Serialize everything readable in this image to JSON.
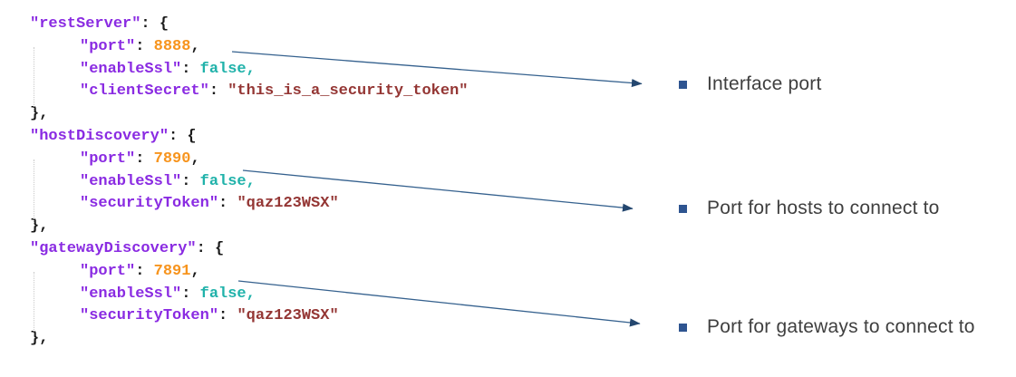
{
  "code": {
    "lines": [
      {
        "indent": 0,
        "tokens": [
          {
            "c": "key",
            "t": "\"restServer\""
          },
          {
            "c": "punct",
            "t": ": {"
          }
        ]
      },
      {
        "indent": 1,
        "tokens": [
          {
            "c": "key",
            "t": "\"port\""
          },
          {
            "c": "punct",
            "t": ": "
          },
          {
            "c": "num",
            "t": "8888"
          },
          {
            "c": "punct",
            "t": ","
          }
        ]
      },
      {
        "indent": 1,
        "tokens": [
          {
            "c": "key",
            "t": "\"enableSsl\""
          },
          {
            "c": "punct",
            "t": ": "
          },
          {
            "c": "bool",
            "t": "false,"
          }
        ]
      },
      {
        "indent": 1,
        "tokens": [
          {
            "c": "key",
            "t": "\"clientSecret\""
          },
          {
            "c": "punct",
            "t": ": "
          },
          {
            "c": "str",
            "t": "\"this_is_a_security_token\""
          }
        ]
      },
      {
        "indent": 0,
        "tokens": [
          {
            "c": "punct",
            "t": "},"
          }
        ]
      },
      {
        "indent": 0,
        "tokens": [
          {
            "c": "key",
            "t": "\"hostDiscovery\""
          },
          {
            "c": "punct",
            "t": ": {"
          }
        ]
      },
      {
        "indent": 1,
        "tokens": [
          {
            "c": "key",
            "t": "\"port\""
          },
          {
            "c": "punct",
            "t": ": "
          },
          {
            "c": "num",
            "t": "7890"
          },
          {
            "c": "punct",
            "t": ","
          }
        ]
      },
      {
        "indent": 1,
        "tokens": [
          {
            "c": "key",
            "t": "\"enableSsl\""
          },
          {
            "c": "punct",
            "t": ": "
          },
          {
            "c": "bool",
            "t": "false,"
          }
        ]
      },
      {
        "indent": 1,
        "tokens": [
          {
            "c": "key",
            "t": "\"securityToken\""
          },
          {
            "c": "punct",
            "t": ": "
          },
          {
            "c": "str",
            "t": "\"qaz123WSX\""
          }
        ]
      },
      {
        "indent": 0,
        "tokens": [
          {
            "c": "punct",
            "t": "},"
          }
        ]
      },
      {
        "indent": 0,
        "tokens": [
          {
            "c": "key",
            "t": "\"gatewayDiscovery\""
          },
          {
            "c": "punct",
            "t": ": {"
          }
        ]
      },
      {
        "indent": 1,
        "tokens": [
          {
            "c": "key",
            "t": "\"port\""
          },
          {
            "c": "punct",
            "t": ": "
          },
          {
            "c": "num",
            "t": "7891"
          },
          {
            "c": "punct",
            "t": ","
          }
        ]
      },
      {
        "indent": 1,
        "tokens": [
          {
            "c": "key",
            "t": "\"enableSsl\""
          },
          {
            "c": "punct",
            "t": ": "
          },
          {
            "c": "bool",
            "t": "false,"
          }
        ]
      },
      {
        "indent": 1,
        "tokens": [
          {
            "c": "key",
            "t": "\"securityToken\""
          },
          {
            "c": "punct",
            "t": ": "
          },
          {
            "c": "str",
            "t": "\"qaz123WSX\""
          }
        ]
      },
      {
        "indent": 0,
        "tokens": [
          {
            "c": "punct",
            "t": "},"
          }
        ]
      }
    ]
  },
  "annotations": [
    {
      "label": "Interface port"
    },
    {
      "label": "Port for hosts to connect to"
    },
    {
      "label": "Port for gateways to connect to"
    }
  ],
  "colors": {
    "json_key": "#8a2be2",
    "json_number": "#f7941d",
    "json_boolean": "#20b2aa",
    "json_string": "#943634",
    "arrow": "#35618e",
    "arrowhead": "#24476f",
    "bullet": "#2e5490",
    "annotation_text": "#3f3f3f"
  }
}
